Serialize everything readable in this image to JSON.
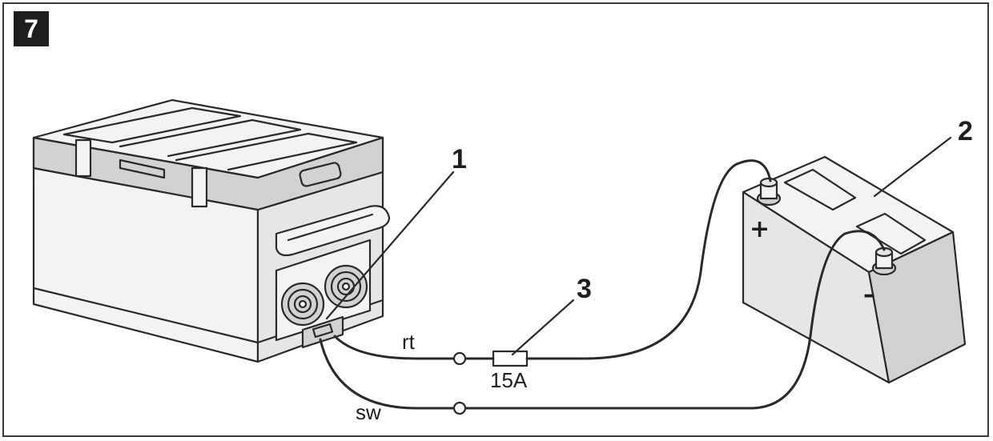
{
  "figure": {
    "number": "7"
  },
  "callouts": {
    "socket": "1",
    "battery": "2",
    "fuse": "3"
  },
  "wires": {
    "red": "rt",
    "black": "sw"
  },
  "fuse": {
    "rating": "15A"
  },
  "battery": {
    "positive": "+",
    "negative": "–"
  },
  "colors": {
    "line": "#2a2a2a",
    "badge": "#1e1e1e"
  }
}
